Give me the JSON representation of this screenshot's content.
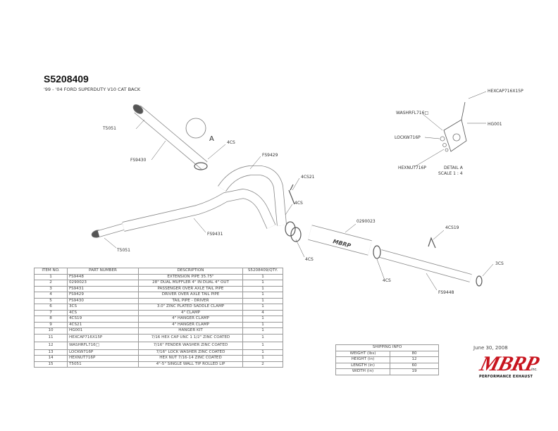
{
  "header": {
    "title": "S5208409",
    "subtitle": "'99 - '04 FORD SUPERDUTY V10 CAT BACK"
  },
  "callouts": {
    "t5051_top": "T5051",
    "fs9430": "FS9430",
    "detail_a_marker": "A",
    "cs4_top": "4CS",
    "fs9429": "FS9429",
    "cs21": "4CS21",
    "cs4_mid": "4CS",
    "fs9431": "FS9431",
    "t5051_bottom": "T5051",
    "cs4_lower": "4CS",
    "p0290023": "0290023",
    "cs4_right": "4CS",
    "cs19": "4CS19",
    "fs9448": "FS9448",
    "cs3": "3CS",
    "hexcap": "HEXCAP716X15P",
    "washer": "WASHRFL716□",
    "hg001": "HG001",
    "lockwasher": "LOCKW716P",
    "hexnut": "HEXNUT716P",
    "detail_title": "DETAIL A",
    "detail_scale": "SCALE 1 : 4"
  },
  "bom": {
    "headers": [
      "ITEM NO.",
      "PART NUMBER",
      "DESCRIPTION",
      "S5208409/QTY."
    ],
    "rows": [
      [
        "1",
        "FS9448",
        "EXTENSION PIPE 35.75\"",
        "1"
      ],
      [
        "2",
        "0290023",
        "28\" DUAL MUFFLER 4\" IN DUAL 4\" OUT",
        "1"
      ],
      [
        "3",
        "FS9431",
        "PASSENGER OVER AXLE TAIL PIPE",
        "1"
      ],
      [
        "4",
        "FS9429",
        "DRIVER OVER AXLE TAIL PIPE",
        "1"
      ],
      [
        "5",
        "FS9430",
        "TAIL PIPE - DRIVER",
        "1"
      ],
      [
        "6",
        "3CS",
        "3.0\" ZINC PLATED SADDLE CLAMP",
        "1"
      ],
      [
        "7",
        "4CS",
        "4\" CLAMP",
        "4"
      ],
      [
        "8",
        "4CS19",
        "4\" HANGER CLAMP",
        "1"
      ],
      [
        "9",
        "4CS21",
        "4\" HANGER CLAMP",
        "1"
      ],
      [
        "10",
        "HG001",
        "HANGER KIT",
        "1"
      ],
      [
        "11",
        "HEXCAP716X15P",
        "7/16 HEX CAP UNC 1 1/2\" ZINC COATED",
        "1"
      ],
      [
        "12",
        "WASHRFL716□",
        "7/16\" FENDER WASHER ZINC COATED",
        "1"
      ],
      [
        "13",
        "LOCKW716P",
        "7/16\" LOCK WASHER ZINC COATED",
        "1"
      ],
      [
        "14",
        "HEXNUT716P",
        "HEX NUT 7/16-14 ZINC COATED",
        "1"
      ],
      [
        "15",
        "T5051",
        "4\"-5\" SINGLE WALL TIP ROLLED LIP",
        "2"
      ]
    ]
  },
  "shipping": {
    "title": "SHIPPING INFO",
    "rows": [
      [
        "WEIGHT (lbs)",
        "80"
      ],
      [
        "HEIGHT (in)",
        "12"
      ],
      [
        "LENGTH (in)",
        "60"
      ],
      [
        "WIDTH (in)",
        "19"
      ]
    ]
  },
  "date": "June 30, 2008",
  "logo": {
    "brand": "MBRP",
    "inc": "inc.",
    "tagline": "PERFORMANCE EXHAUST",
    "color": "#c8141e"
  }
}
